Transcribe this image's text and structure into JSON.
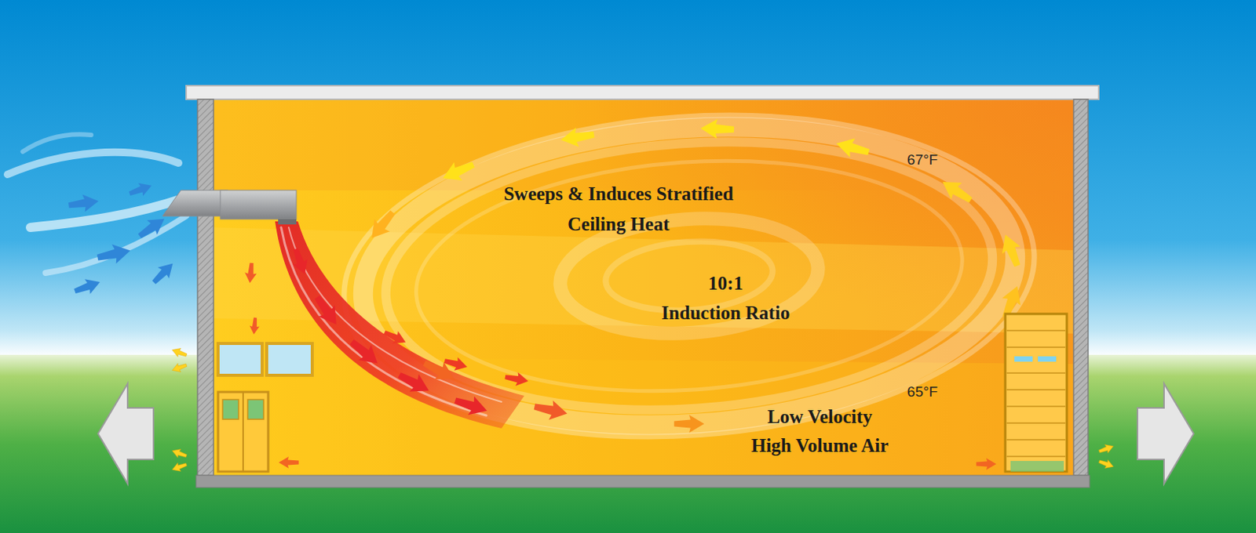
{
  "diagram": {
    "labels": [
      "67°F",
      "Sweeps & Induces Stratified Ceiling Heat",
      "10:1",
      "Induction Ratio",
      "65°F",
      "Low Velocity",
      "High Volume Air"
    ]
  }
}
